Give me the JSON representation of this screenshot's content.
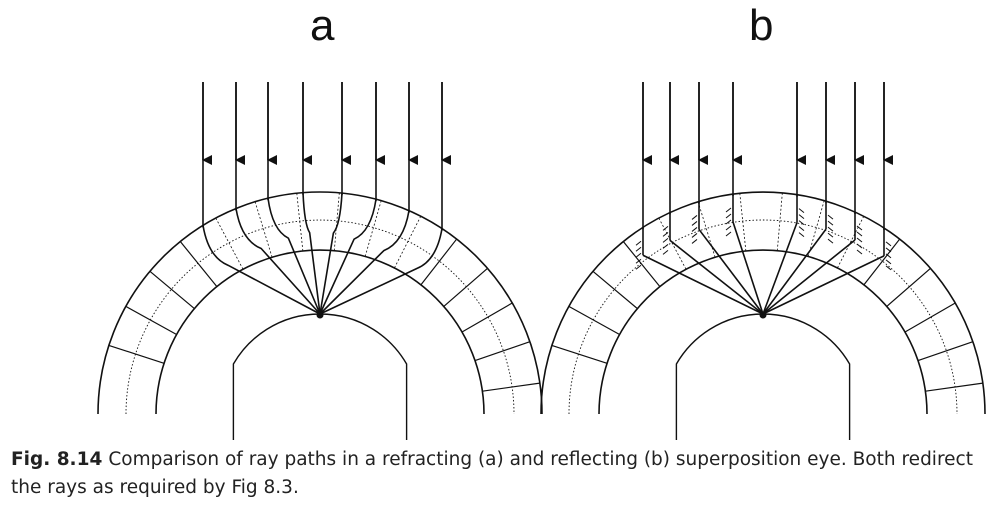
{
  "panels": [
    {
      "label": "a",
      "type": "refracting"
    },
    {
      "label": "b",
      "type": "reflecting"
    }
  ],
  "caption": {
    "figure_number": "Fig. 8.14",
    "text": "Comparison of ray paths in a refracting (a) and reflecting (b) superposition eye. Both redirect the rays as required by Fig 8.3."
  },
  "colors": {
    "ink": "#111111",
    "background": "#ffffff"
  }
}
